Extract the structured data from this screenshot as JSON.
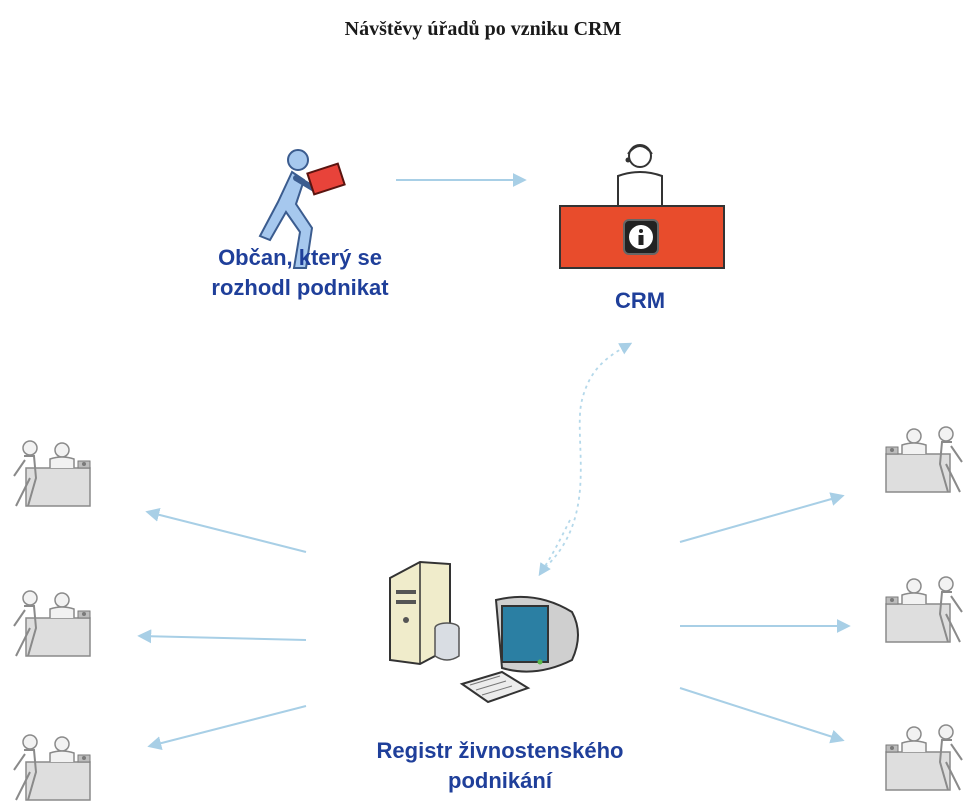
{
  "title": "Návštěvy úřadů po vzniku CRM",
  "nodes": {
    "citizen": {
      "line1": "Občan, který se",
      "line2": "rozhodl podnikat"
    },
    "crm": {
      "label": "CRM",
      "icon": "info-icon"
    },
    "registry": {
      "line1": "Registr živnostenského",
      "line2": "podnikání"
    }
  },
  "offices": {
    "left_count": 3,
    "right_count": 3,
    "icon": "office-clerk-desk-icon"
  },
  "colors": {
    "label_blue": "#1f3f9a",
    "crm_desk_red": "#e84c2c",
    "citizen_figure": "#a6c8ee",
    "arrow": "#a8cfe6",
    "office_gray": "#9a9a9a"
  }
}
